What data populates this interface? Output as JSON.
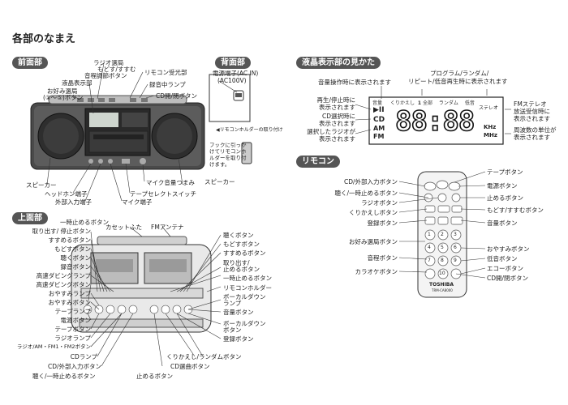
{
  "page_title": "各部のなまえ",
  "sections": {
    "front": "前面部",
    "back": "背面部",
    "top": "上面部",
    "lcd": "液晶表示部の見かた",
    "remote": "リモコン"
  },
  "front_labels": {
    "radio_select": "ラジオ選局",
    "modosu_susumu": "もどす/すすむ",
    "volume_knob": "音程調節ボタン",
    "fav_select": "お好み選局",
    "fav_range": "(①～⑤)ボタン",
    "lcd_display": "液晶表示部",
    "remote_receiver": "リモコン受光部",
    "rec_lamp": "録音中ランプ",
    "cd_open": "CD開/閉ボタン",
    "speaker_l": "スピーカー",
    "speaker_r": "スピーカー",
    "headphone": "ヘッドホン端子",
    "ext_input": "外部入力端子",
    "mic_jack": "マイク端子",
    "mic_volume": "マイク音量つまみ",
    "tape_select": "テープセレクトスイッチ"
  },
  "back_labels": {
    "power_terminal": "電源端子(AC IN)",
    "power_voltage": "(AC100V)",
    "remote_holder": "◀リモコンホルダーの取り付け",
    "hook_note_1": "フックに引っか",
    "hook_note_2": "けてリモコンホ",
    "hook_note_3": "ルダーを取り付",
    "hook_note_4": "けます。"
  },
  "top_left_labels": [
    "取り出す/ 停止ボタン",
    "すすめるボタン",
    "もどすボタン",
    "聴くボタン",
    "録音ボタン",
    "高速ダビングランプ",
    "高速ダビングボタン",
    "おやすみランプ",
    "おやすみボタン",
    "テープランプ",
    "電源ボタン",
    "テープボタン",
    "ラジオランプ",
    "ラジオ/AM・FM1・FM2ボタン",
    "CDランプ",
    "CD/外部入力ボタン",
    "聴く/一時止めるボタン"
  ],
  "top_upper_labels": {
    "pause": "一時止めるボタン",
    "cassette_lid": "カセットふた",
    "fm_antenna": "FMアンテナ"
  },
  "top_right_labels": [
    "聴くボタン",
    "もどすボタン",
    "すすめるボタン",
    "取り出す/",
    "止めるボタン",
    "一時止めるボタン",
    "リモコンホルダー",
    "ボーカルダウン",
    "ランプ",
    "音量ボタン",
    "ボーカルダウン",
    "ボタン",
    "登録ボタン"
  ],
  "top_bottom_labels": {
    "repeat": "くりかえし/ランダムボタン",
    "cd_select": "CD選曲ボタン",
    "stop": "止めるボタン"
  },
  "lcd_labels": {
    "volume_op": "音量操作時に表示されます",
    "program": "プログラム/ランダム/",
    "repeat_line": "リピート/低音再生時に表示されます",
    "play_pause_1": "再生/停止時に",
    "play_pause_2": "表示されます",
    "cd_sel_1": "CD選択時に",
    "cd_sel_2": "表示されます",
    "radio_sel_1": "選択したラジオが",
    "radio_sel_2": "表示されます",
    "fm_stereo_1": "FMステレオ",
    "fm_stereo_2": "放送受信時に",
    "fm_stereo_3": "表示されます",
    "freq_1": "周波数の単位が",
    "freq_2": "表示されます"
  },
  "lcd_screen": {
    "icons_top": [
      "音量",
      "くりかえし",
      "1",
      "全部",
      "ランダム",
      "低音"
    ],
    "play": "▶II",
    "cd": "CD",
    "am": "AM",
    "fm": "FM",
    "digits": "88:88",
    "stereo": "ステレオ",
    "khz": "KHz",
    "mhz": "MHz"
  },
  "remote_left_labels": [
    "CD/外部入力ボタン",
    "聴く/一時止めるボタン",
    "ラジオボタン",
    "くりかえしボタン",
    "登録ボタン",
    "お好み選局ボタン",
    "音程ボタン",
    "カラオケボタン"
  ],
  "remote_right_labels": [
    "テープボタン",
    "電源ボタン",
    "止めるボタン",
    "もどす/すすむボタン",
    "音量ボタン",
    "おやすみボタン",
    "低音ボタン",
    "エコーボタン",
    "CD開/閉ボタン"
  ],
  "remote_device": {
    "brand": "TOSHIBA",
    "model": "TRM-CA8000",
    "numbers": [
      "1",
      "2",
      "3",
      "4",
      "5",
      "6",
      "7",
      "8",
      "9",
      "10"
    ]
  },
  "colors": {
    "section_bg": "#555555",
    "body_dark": "#3a3a3a",
    "lcd_bg": "#ffffff"
  }
}
